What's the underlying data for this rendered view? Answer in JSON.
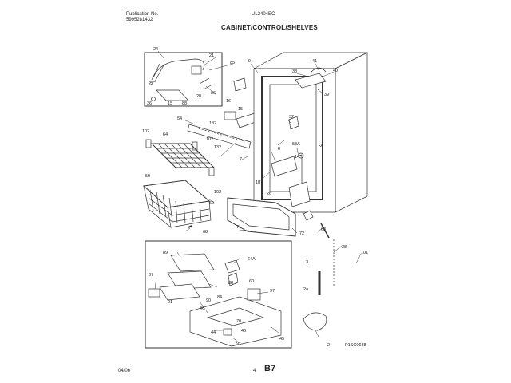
{
  "header": {
    "publication_label": "Publication No.",
    "publication_number": "5995281432",
    "model": "UL2404EC",
    "title": "CABINET/CONTROL/SHELVES"
  },
  "footer": {
    "date": "04/06",
    "sheet": "4",
    "page": "B7",
    "figure_code": "P1SC0638"
  },
  "callouts": [
    {
      "id": "c24",
      "label": "24"
    },
    {
      "id": "c21",
      "label": "21"
    },
    {
      "id": "c85",
      "label": "85"
    },
    {
      "id": "c22",
      "label": "22"
    },
    {
      "id": "c86",
      "label": "86"
    },
    {
      "id": "c20",
      "label": "20"
    },
    {
      "id": "c36",
      "label": "36"
    },
    {
      "id": "c15a",
      "label": "15"
    },
    {
      "id": "c88a",
      "label": "88"
    },
    {
      "id": "c9",
      "label": "9"
    },
    {
      "id": "c41",
      "label": "41"
    },
    {
      "id": "c38",
      "label": "38"
    },
    {
      "id": "c40",
      "label": "40"
    },
    {
      "id": "c39",
      "label": "39"
    },
    {
      "id": "c16",
      "label": "16"
    },
    {
      "id": "c15b",
      "label": "15"
    },
    {
      "id": "c54",
      "label": "54"
    },
    {
      "id": "c132a",
      "label": "132"
    },
    {
      "id": "c32",
      "label": "32"
    },
    {
      "id": "c102a",
      "label": "102"
    },
    {
      "id": "c64",
      "label": "64"
    },
    {
      "id": "c102b",
      "label": "102"
    },
    {
      "id": "c132b",
      "label": "132"
    },
    {
      "id": "c6",
      "label": "6"
    },
    {
      "id": "c58a",
      "label": "58A"
    },
    {
      "id": "c7",
      "label": "7"
    },
    {
      "id": "c8",
      "label": "8"
    },
    {
      "id": "c14",
      "label": "14"
    },
    {
      "id": "c59",
      "label": "59"
    },
    {
      "id": "c10",
      "label": "10"
    },
    {
      "id": "c102c",
      "label": "102"
    },
    {
      "id": "c69",
      "label": "69"
    },
    {
      "id": "c26",
      "label": "26"
    },
    {
      "id": "c68",
      "label": "68"
    },
    {
      "id": "c71",
      "label": "71"
    },
    {
      "id": "c72",
      "label": "72"
    },
    {
      "id": "c63",
      "label": "63"
    },
    {
      "id": "c28",
      "label": "28"
    },
    {
      "id": "c101",
      "label": "101"
    },
    {
      "id": "c89",
      "label": "89"
    },
    {
      "id": "c64a",
      "label": "64A"
    },
    {
      "id": "c67",
      "label": "67"
    },
    {
      "id": "c88b",
      "label": "88"
    },
    {
      "id": "c60",
      "label": "60"
    },
    {
      "id": "c97a",
      "label": "97"
    },
    {
      "id": "c91",
      "label": "91"
    },
    {
      "id": "c90",
      "label": "90"
    },
    {
      "id": "c84",
      "label": "84"
    },
    {
      "id": "c46",
      "label": "46"
    },
    {
      "id": "c3",
      "label": "3"
    },
    {
      "id": "c2a",
      "label": "2a"
    },
    {
      "id": "c44",
      "label": "44"
    },
    {
      "id": "c70",
      "label": "70"
    },
    {
      "id": "c46b",
      "label": "46"
    },
    {
      "id": "c45",
      "label": "45"
    },
    {
      "id": "c97b",
      "label": "97"
    },
    {
      "id": "c2",
      "label": "2"
    }
  ]
}
